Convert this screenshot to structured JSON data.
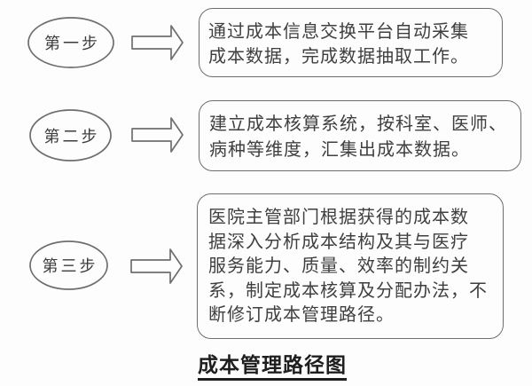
{
  "page": {
    "background_color": "#fdfdfd",
    "stroke_color": "#6e6e6e",
    "body_text_color": "#3f3f3f",
    "caption_color": "#1e1e1e"
  },
  "diagram": {
    "caption": "成本管理路径图",
    "steps": [
      {
        "label": "第一步",
        "description": "通过成本信息交换平台自动采集\n成本数据，完成数据抽取工作。"
      },
      {
        "label": "第二步",
        "description": "建立成本核算系统，按科室、医师、\n病种等维度，汇集出成本数据。"
      },
      {
        "label": "第三步",
        "description": "医院主管部门根据获得的成本数\n据深入分析成本结构及其与医疗\n服务能力、质量、效率的制约关\n系，制定成本核算及分配办法，不\n断修订成本管理路径。"
      }
    ]
  }
}
